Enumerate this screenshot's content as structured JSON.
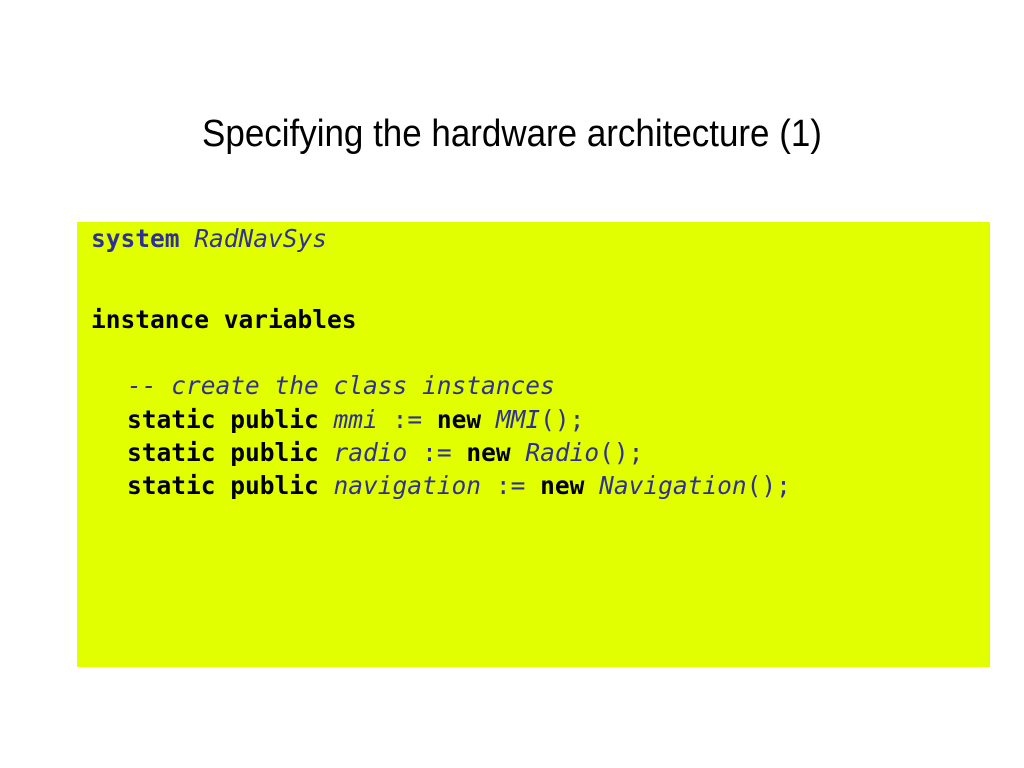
{
  "slide": {
    "title": "Specifying the hardware architecture (1)"
  },
  "code": {
    "line1": {
      "keyword": "system",
      "name": "RadNavSys"
    },
    "line2": {
      "section": "instance variables"
    },
    "line3": {
      "comment": "-- create the class instances"
    },
    "declarations": [
      {
        "modifiers": "static public",
        "var": "mmi",
        "assign": ":=",
        "new_kw": "new",
        "type": "MMI",
        "end": "();"
      },
      {
        "modifiers": "static public",
        "var": "radio",
        "assign": ":=",
        "new_kw": "new",
        "type": "Radio",
        "end": "();"
      },
      {
        "modifiers": "static public",
        "var": "navigation",
        "assign": ":=",
        "new_kw": "new",
        "type": "Navigation",
        "end": "();"
      }
    ]
  },
  "colors": {
    "code_background": "#e2ff00",
    "keyword_blue": "#2e3192"
  }
}
